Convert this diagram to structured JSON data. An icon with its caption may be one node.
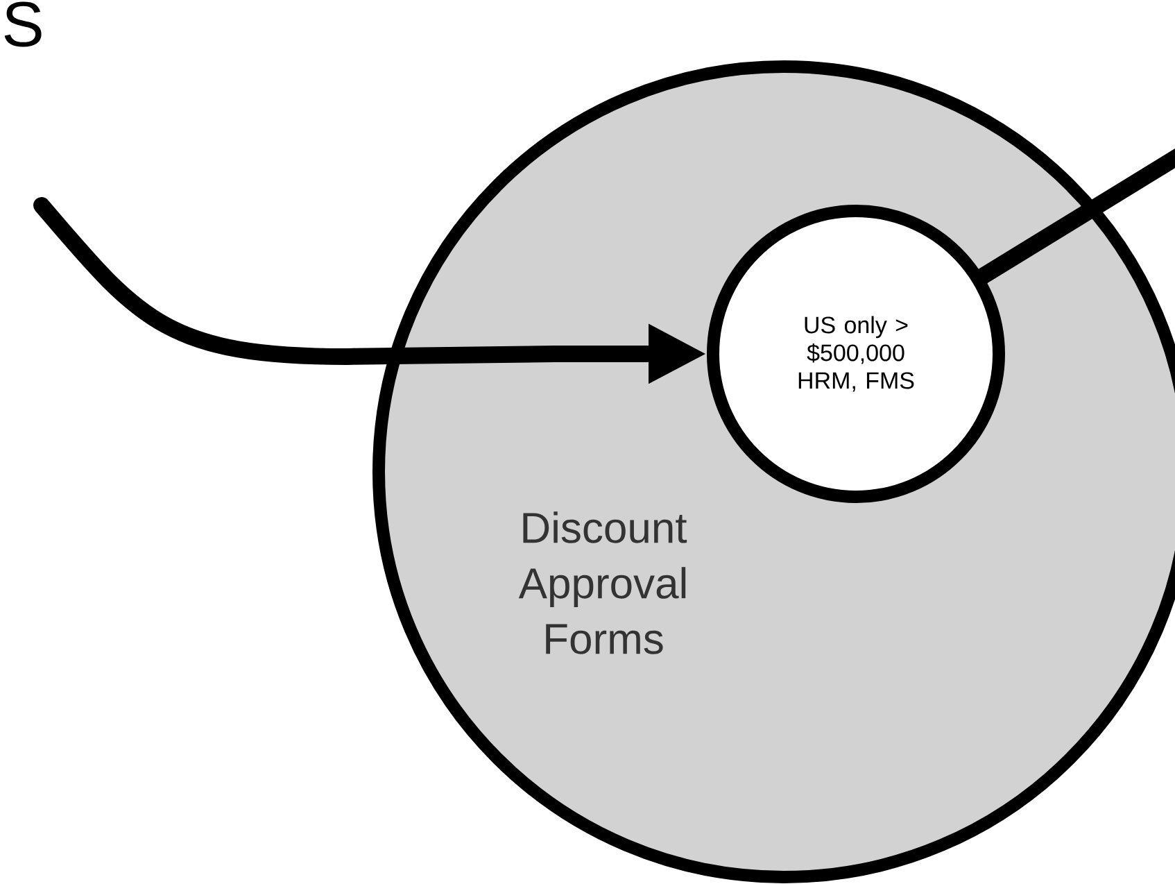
{
  "diagram": {
    "nodes": [
      {
        "text": [
          "Discount Approval Forms"
        ]
      },
      {
        "text": [
          "US only > $500,000 HRM, FMS"
        ],
        "in": 0
      }
    ],
    "edges": [
      {
        "from": null,
        "to": 1,
        "arrow": "to"
      },
      {
        "from": 1,
        "to": null,
        "arrow": "none"
      }
    ],
    "labels": [
      "S"
    ]
  }
}
